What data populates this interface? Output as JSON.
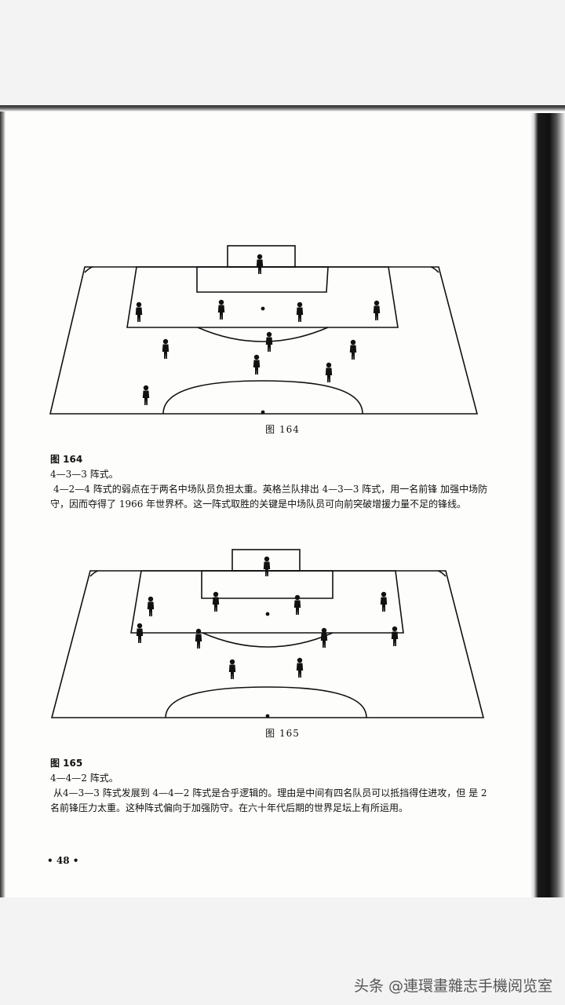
{
  "figure164": {
    "caption": "图 164",
    "heading": "图 164",
    "formation": "4—3—3 阵式。",
    "line1": "4—2—4 阵式的弱点在于两名中场队员负担太重。英格兰队排出 4—3—3 阵式，用一名前锋 加强中场防",
    "line2": "守，因而夺得了 1966 年世界杯。这一阵式取胜的关键是中场队员可向前突破增援力量不足的锋线。"
  },
  "figure165": {
    "caption": "图 165",
    "heading": "图 165",
    "formation": "4—4—2 阵式。",
    "line1": "从4—3—3 阵式发展到 4—4—2 阵式是合乎逻辑的。理由是中间有四名队员可以抵挡得住进攻，但 是 2",
    "line2": "名前锋压力太重。这种阵式偏向于加强防守。在六十年代后期的世界足坛上有所运用。"
  },
  "page_number": "• 48 •",
  "watermark": "头条 @連環畫雜志手機阅览室"
}
